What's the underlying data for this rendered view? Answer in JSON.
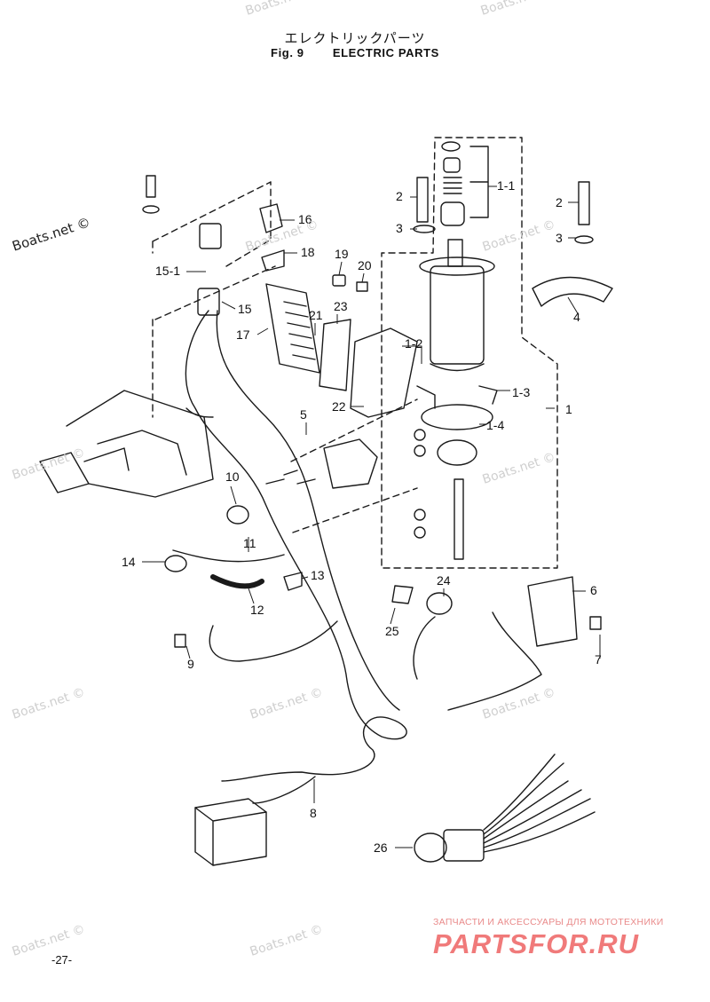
{
  "header": {
    "title_jp": "エレクトリックパーツ",
    "fig_label": "Fig. 9",
    "title_en": "ELECTRIC PARTS"
  },
  "callouts": [
    "1",
    "1-1",
    "1-2",
    "1-3",
    "1-4",
    "2",
    "2",
    "3",
    "3",
    "4",
    "5",
    "6",
    "7",
    "8",
    "9",
    "10",
    "11",
    "12",
    "13",
    "14",
    "15",
    "15-1",
    "16",
    "17",
    "18",
    "19",
    "20",
    "21",
    "22",
    "23",
    "24",
    "25",
    "26"
  ],
  "watermarks": [
    "Boats.net ©",
    "Boats.net ©",
    "Boats.net ©",
    "Boats.net ©",
    "Boats.net ©",
    "Boats.net ©",
    "Boats.net ©",
    "Boats.net ©",
    "Boats.net ©",
    "Boats.net ©",
    "Boats.net ©",
    "Boats.net ©"
  ],
  "footer": {
    "page_number": "-27-",
    "shop_tagline": "ЗАПЧАСТИ И АКСЕССУАРЫ ДЛЯ МОТОТЕХНИКИ",
    "shop_brand": "PARTSFOR.RU"
  },
  "colors": {
    "line": "#1a1a1a",
    "watermark": "#cfcfcf",
    "brand": "#f07a7a"
  }
}
